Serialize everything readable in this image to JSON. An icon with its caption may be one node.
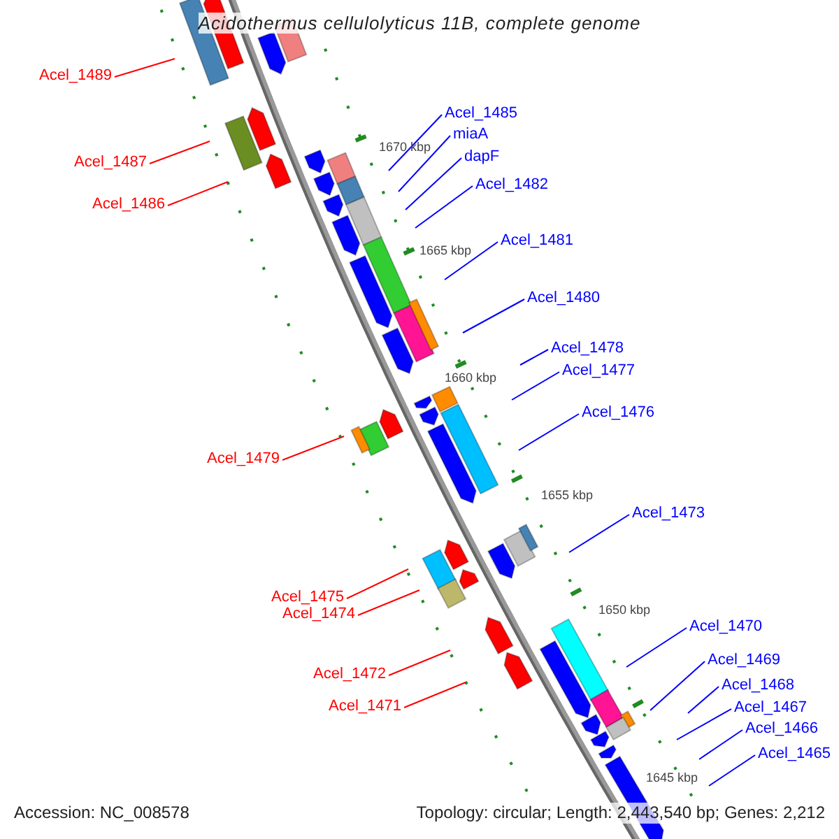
{
  "diagram": {
    "title": "Acidothermus cellulolyticus 11B, complete genome",
    "nodes": [
      {
        "text": [
          "Acel_1489"
        ]
      },
      {
        "text": [
          "Acel_1485"
        ]
      },
      {
        "text": [
          "miaA"
        ]
      },
      {
        "text": [
          "dapF"
        ]
      },
      {
        "text": [
          "Acel_1487"
        ]
      },
      {
        "text": [
          "Acel_1482"
        ]
      },
      {
        "text": [
          "Acel_1486"
        ]
      },
      {
        "text": [
          "Acel_1481"
        ]
      },
      {
        "text": [
          "Acel_1480"
        ]
      },
      {
        "text": [
          "Acel_1478"
        ]
      },
      {
        "text": [
          "Acel_1477"
        ]
      },
      {
        "text": [
          "Acel_1476"
        ]
      },
      {
        "text": [
          "Acel_1479"
        ]
      },
      {
        "text": [
          "Acel_1473"
        ]
      },
      {
        "text": [
          "Acel_1475"
        ]
      },
      {
        "text": [
          "Acel_1474"
        ]
      },
      {
        "text": [
          "Acel_1470"
        ]
      },
      {
        "text": [
          "Acel_1469"
        ]
      },
      {
        "text": [
          "Acel_1472"
        ]
      },
      {
        "text": [
          "Acel_1468"
        ]
      },
      {
        "text": [
          "Acel_1471"
        ]
      },
      {
        "text": [
          "Acel_1467"
        ]
      },
      {
        "text": [
          "Acel_1466"
        ]
      },
      {
        "text": [
          "Acel_1465"
        ]
      }
    ],
    "edges": [
      {
        "from": 0,
        "to": null,
        "arrow": "none",
        "color": "#ff0000"
      },
      {
        "from": 1,
        "to": null,
        "arrow": "none"
      },
      {
        "from": 2,
        "to": null,
        "arrow": "none"
      },
      {
        "from": 3,
        "to": null,
        "arrow": "none"
      },
      {
        "from": 4,
        "to": null,
        "arrow": "none",
        "color": "#ff0000"
      },
      {
        "from": 5,
        "to": null,
        "arrow": "none"
      },
      {
        "from": 6,
        "to": null,
        "arrow": "none",
        "color": "#ff0000"
      },
      {
        "from": 7,
        "to": null,
        "arrow": "none"
      },
      {
        "from": 8,
        "to": null,
        "arrow": "none"
      },
      {
        "from": 9,
        "to": null,
        "arrow": "none"
      },
      {
        "from": 10,
        "to": null,
        "arrow": "none"
      },
      {
        "from": 11,
        "to": null,
        "arrow": "none"
      },
      {
        "from": 12,
        "to": null,
        "arrow": "none",
        "color": "#ff0000"
      },
      {
        "from": 13,
        "to": null,
        "arrow": "none"
      },
      {
        "from": 14,
        "to": null,
        "arrow": "none",
        "color": "#ff0000"
      },
      {
        "from": 15,
        "to": null,
        "arrow": "none",
        "color": "#ff0000"
      },
      {
        "from": 16,
        "to": null,
        "arrow": "none"
      },
      {
        "from": 17,
        "to": null,
        "arrow": "none"
      },
      {
        "from": 18,
        "to": null,
        "arrow": "none",
        "color": "#ff0000"
      },
      {
        "from": 19,
        "to": null,
        "arrow": "none"
      },
      {
        "from": 20,
        "to": null,
        "arrow": "none",
        "color": "#ff0000"
      },
      {
        "from": 21,
        "to": null,
        "arrow": "none"
      },
      {
        "from": 22,
        "to": null,
        "arrow": "none"
      },
      {
        "from": 23,
        "to": null,
        "arrow": "none"
      }
    ],
    "labels": [
      "1670 kbp",
      "1665 kbp",
      "1660 kbp",
      "1655 kbp",
      "1650 kbp",
      "1645 kbp",
      "Accession: NC_008578",
      "Topology: circular; Length: 2,443,540 bp; Genes: 2,212"
    ]
  }
}
